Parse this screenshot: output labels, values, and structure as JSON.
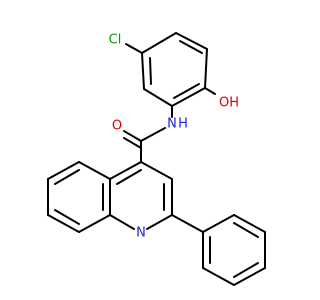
{
  "colors": {
    "bond": "#000000",
    "carbon": "#000000",
    "chlorine": "#00a000",
    "oxygen": "#e00000",
    "nitrogen": "#2020e0"
  },
  "atoms": {
    "cl": {
      "label": "Cl",
      "color_key": "chlorine"
    },
    "oh": {
      "label": "OH",
      "color_key": "oxygen"
    },
    "nh": {
      "label": "N",
      "sublabel": "H",
      "color_key": "nitrogen"
    },
    "o_carbonyl": {
      "label": "O",
      "color_key": "oxygen"
    },
    "n_ring": {
      "label": "N",
      "color_key": "nitrogen"
    }
  }
}
